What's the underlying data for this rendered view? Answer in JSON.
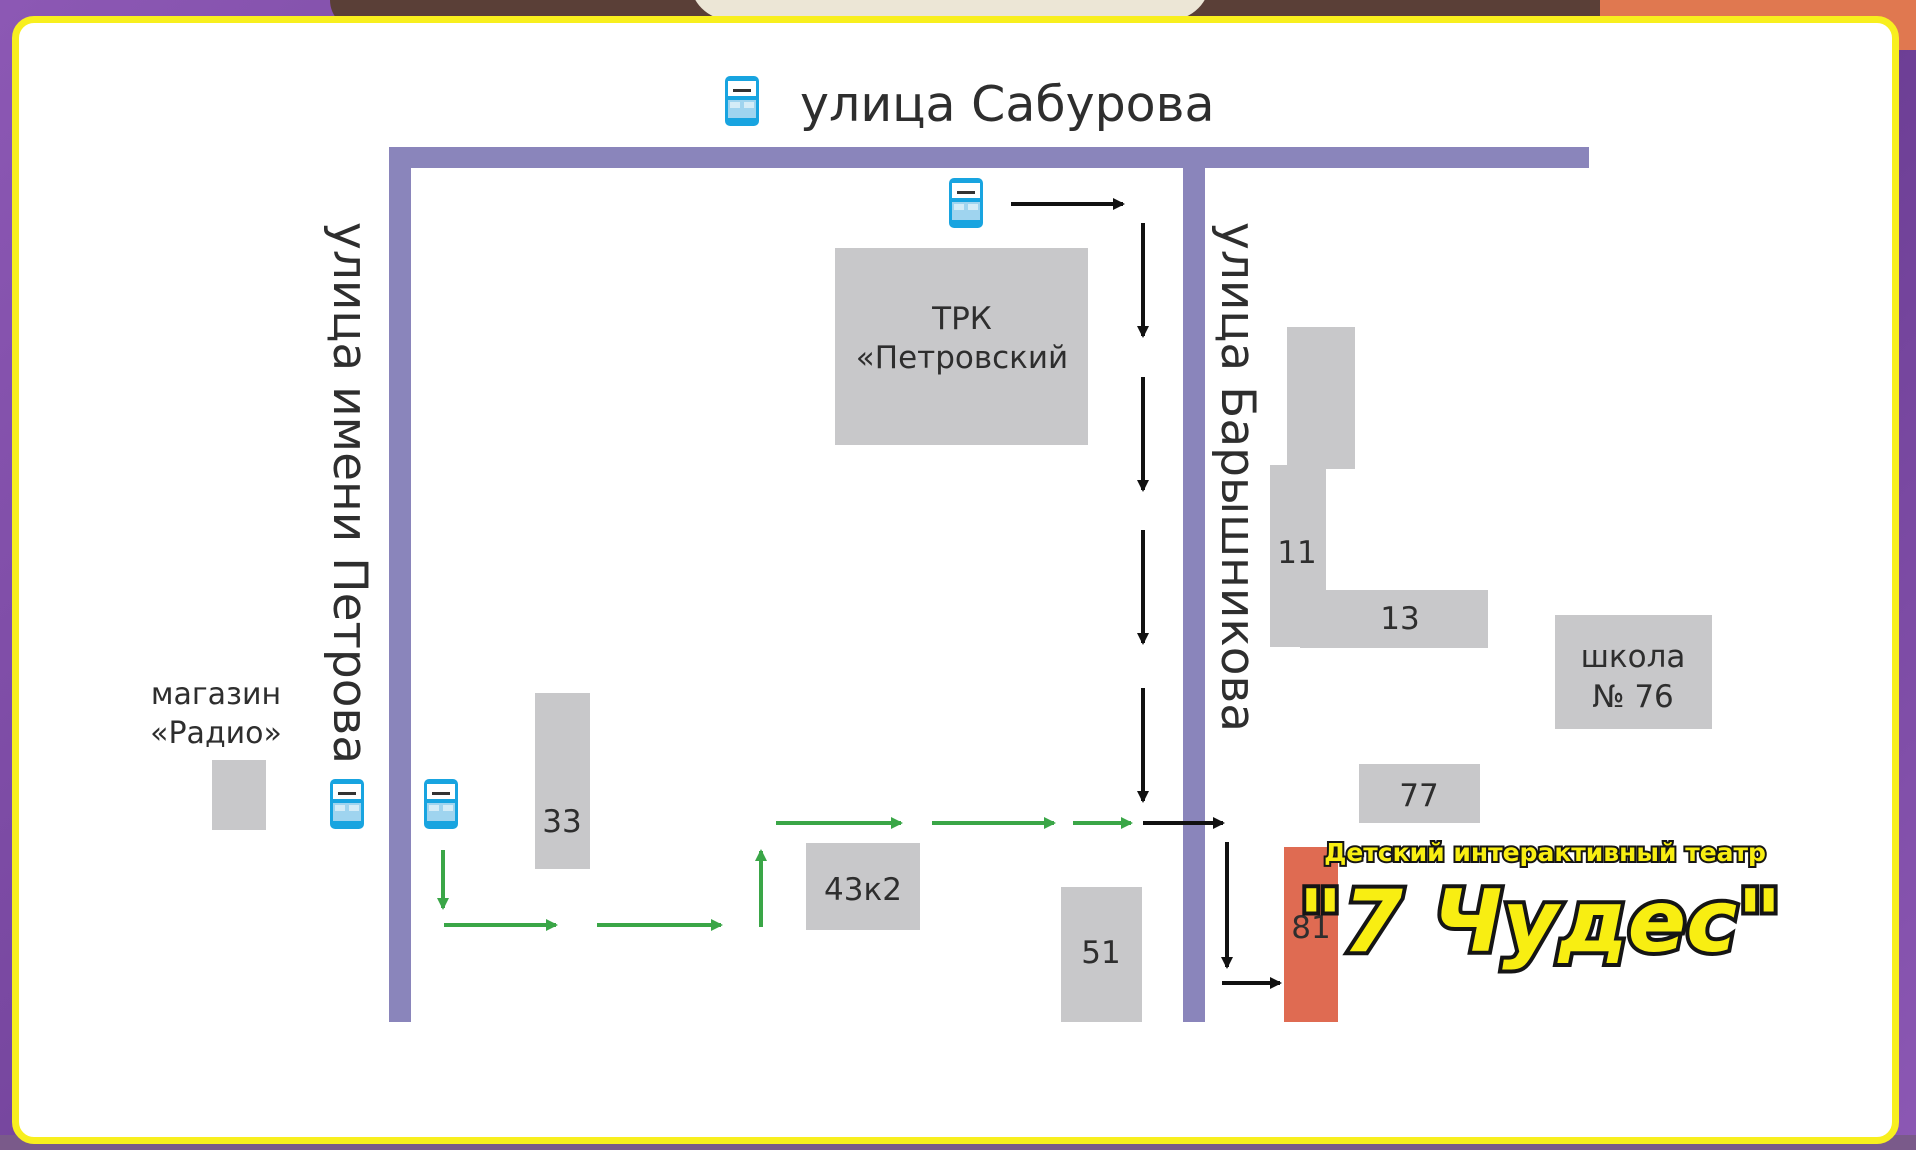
{
  "map": {
    "streets": {
      "saburova": "улица  Сабурова",
      "petrova": "улица имени Петрова",
      "baryshnikova": "улица Барышникова"
    },
    "landmarks": {
      "trk_line1": "ТРК",
      "trk_line2": "«Петровский",
      "shop_line1": "магазин",
      "shop_line2": "«Радио»",
      "school_line1": "школа",
      "school_line2": "№ 76"
    },
    "building_numbers": {
      "b11": "11",
      "b13": "13",
      "b33": "33",
      "b43k2": "43к2",
      "b51": "51",
      "b77": "77",
      "b81": "81"
    },
    "theatre": {
      "subtitle": "Детский интерактивный театр",
      "name": "\"7 Чудес\""
    },
    "icons": {
      "bus_stop": "bus-stop-icon",
      "arrow": "arrow-icon"
    },
    "colors": {
      "road": "#8a85bb",
      "building": "#c8c8ca",
      "target_building": "#df6b52",
      "route_walk_black": "#111111",
      "route_walk_green": "#3aa647",
      "frame_border": "#f8ef1e",
      "theatre_text": "#f8ee12"
    }
  }
}
